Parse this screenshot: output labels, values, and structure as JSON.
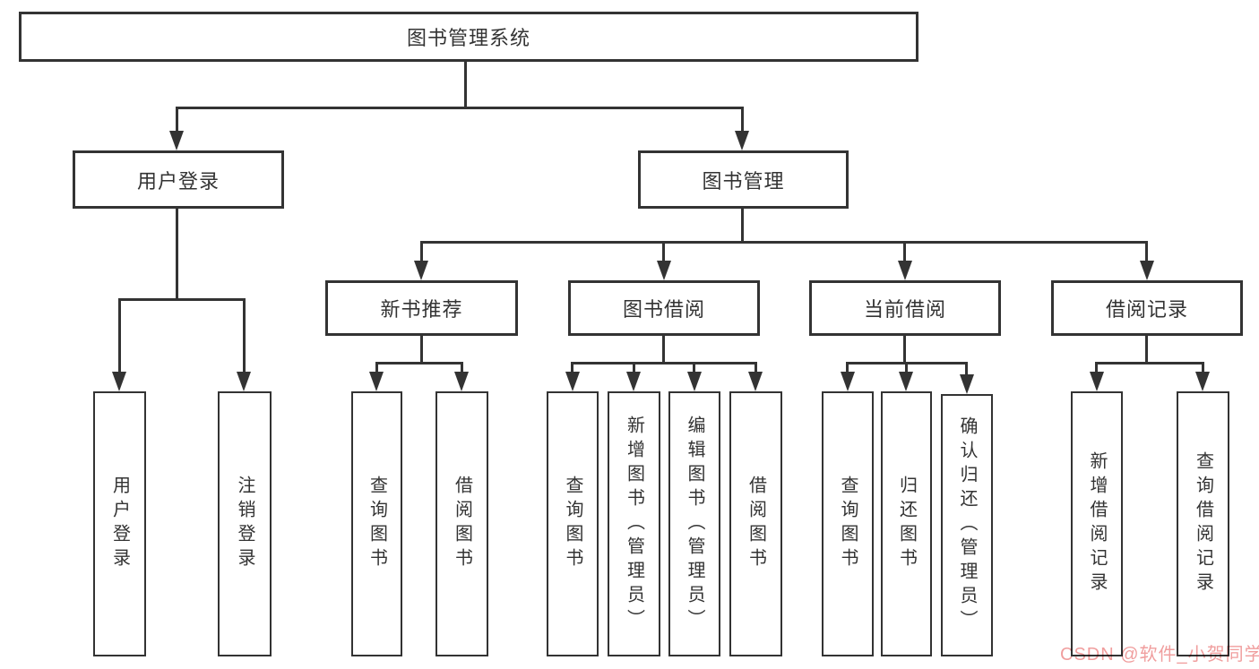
{
  "diagram": {
    "root": "图书管理系统",
    "level2": [
      "用户登录",
      "图书管理"
    ],
    "level3": [
      "新书推荐",
      "图书借阅",
      "当前借阅",
      "借阅记录"
    ],
    "leaves": {
      "user_login": [
        "用户登录",
        "注销登录"
      ],
      "new_books": [
        "查询图书",
        "借阅图书"
      ],
      "book_borrow": [
        "查询图书",
        "新增图书（管理员）",
        "编辑图书（管理员）",
        "借阅图书"
      ],
      "current_borrow": [
        "查询图书",
        "归还图书",
        "确认归还（管理员）"
      ],
      "borrow_records": [
        "新增借阅记录",
        "查询借阅记录"
      ]
    }
  },
  "watermark": "CSDN @软件_小贺同学",
  "colors": {
    "line_color": "#333333",
    "text_color": "#333333",
    "bg_color": "#ffffff",
    "watermark_color": "#f09e9e"
  }
}
